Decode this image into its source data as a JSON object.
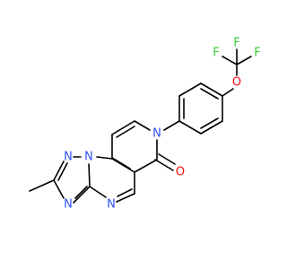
{
  "atoms": {
    "F1": {
      "label": "F",
      "color": "#33cc33"
    },
    "F2": {
      "label": "F",
      "color": "#33cc33"
    },
    "F3": {
      "label": "F",
      "color": "#33cc33"
    },
    "O_ether": {
      "label": "O",
      "color": "#ff0d0d"
    },
    "O_carbonyl": {
      "label": "O",
      "color": "#ff0d0d"
    },
    "N_pyridone": {
      "label": "N",
      "color": "#3050f8"
    },
    "N_bridge": {
      "label": "N",
      "color": "#3050f8"
    },
    "N_triazole_top": {
      "label": "N",
      "color": "#3050f8"
    },
    "N_triazole_bottom": {
      "label": "N",
      "color": "#3050f8"
    },
    "N_pyrimidine": {
      "label": "N",
      "color": "#3050f8"
    }
  }
}
